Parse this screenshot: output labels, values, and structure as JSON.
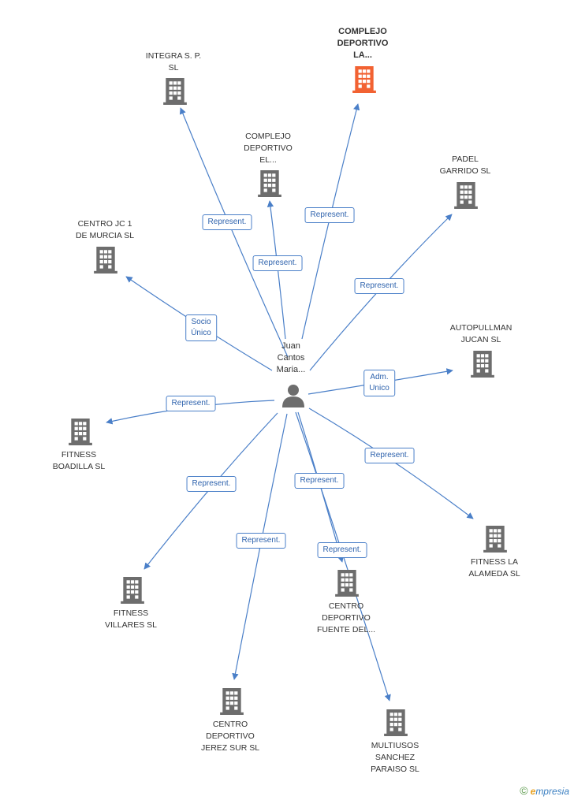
{
  "center": {
    "lines": [
      "Juan",
      "Cantos",
      "Maria..."
    ],
    "icon": "person-icon"
  },
  "nodes": [
    {
      "id": "integra",
      "lines": [
        "INTEGRA S. P.",
        "SL"
      ],
      "highlight": false
    },
    {
      "id": "complejo-la",
      "lines": [
        "COMPLEJO",
        "DEPORTIVO",
        "LA..."
      ],
      "highlight": true
    },
    {
      "id": "complejo-el",
      "lines": [
        "COMPLEJO",
        "DEPORTIVO",
        "EL..."
      ],
      "highlight": false
    },
    {
      "id": "padel",
      "lines": [
        "PADEL",
        "GARRIDO SL"
      ],
      "highlight": false
    },
    {
      "id": "centro-jc",
      "lines": [
        "CENTRO JC 1",
        "DE MURCIA SL"
      ],
      "highlight": false
    },
    {
      "id": "autopullman",
      "lines": [
        "AUTOPULLMAN",
        "JUCAN SL"
      ],
      "highlight": false
    },
    {
      "id": "fitness-boadilla",
      "lines": [
        "FITNESS",
        "BOADILLA SL"
      ],
      "highlight": false
    },
    {
      "id": "fitness-alameda",
      "lines": [
        "FITNESS LA",
        "ALAMEDA SL"
      ],
      "highlight": false
    },
    {
      "id": "fitness-villares",
      "lines": [
        "FITNESS",
        "VILLARES SL"
      ],
      "highlight": false
    },
    {
      "id": "centro-fuente",
      "lines": [
        "CENTRO",
        "DEPORTIVO",
        "FUENTE DEL..."
      ],
      "highlight": false
    },
    {
      "id": "centro-jerez",
      "lines": [
        "CENTRO",
        "DEPORTIVO",
        "JEREZ SUR SL"
      ],
      "highlight": false
    },
    {
      "id": "multiusos",
      "lines": [
        "MULTIUSOS",
        "SANCHEZ",
        "PARAISO SL"
      ],
      "highlight": false
    }
  ],
  "edges": [
    {
      "to": "integra",
      "lines": [
        "Represent."
      ]
    },
    {
      "to": "complejo-la",
      "lines": [
        "Represent."
      ]
    },
    {
      "to": "complejo-el",
      "lines": [
        "Represent."
      ]
    },
    {
      "to": "padel",
      "lines": [
        "Represent."
      ]
    },
    {
      "to": "centro-jc",
      "lines": [
        "Socio",
        "Único"
      ]
    },
    {
      "to": "autopullman",
      "lines": [
        "Adm.",
        "Unico"
      ]
    },
    {
      "to": "fitness-boadilla",
      "lines": [
        "Represent."
      ]
    },
    {
      "to": "fitness-alameda",
      "lines": [
        "Represent."
      ]
    },
    {
      "to": "fitness-villares",
      "lines": [
        "Represent."
      ]
    },
    {
      "to": "centro-fuente",
      "lines": [
        "Represent."
      ]
    },
    {
      "to": "centro-jerez",
      "lines": [
        "Represent."
      ]
    },
    {
      "to": "multiusos",
      "lines": [
        "Represent."
      ]
    }
  ],
  "colors": {
    "edge": "#4a7fc8",
    "building": "#6d6d6d",
    "highlight_building": "#f26232"
  },
  "footer": {
    "copyright": "©",
    "brand_initial": "e",
    "brand_rest": "mpresia"
  }
}
